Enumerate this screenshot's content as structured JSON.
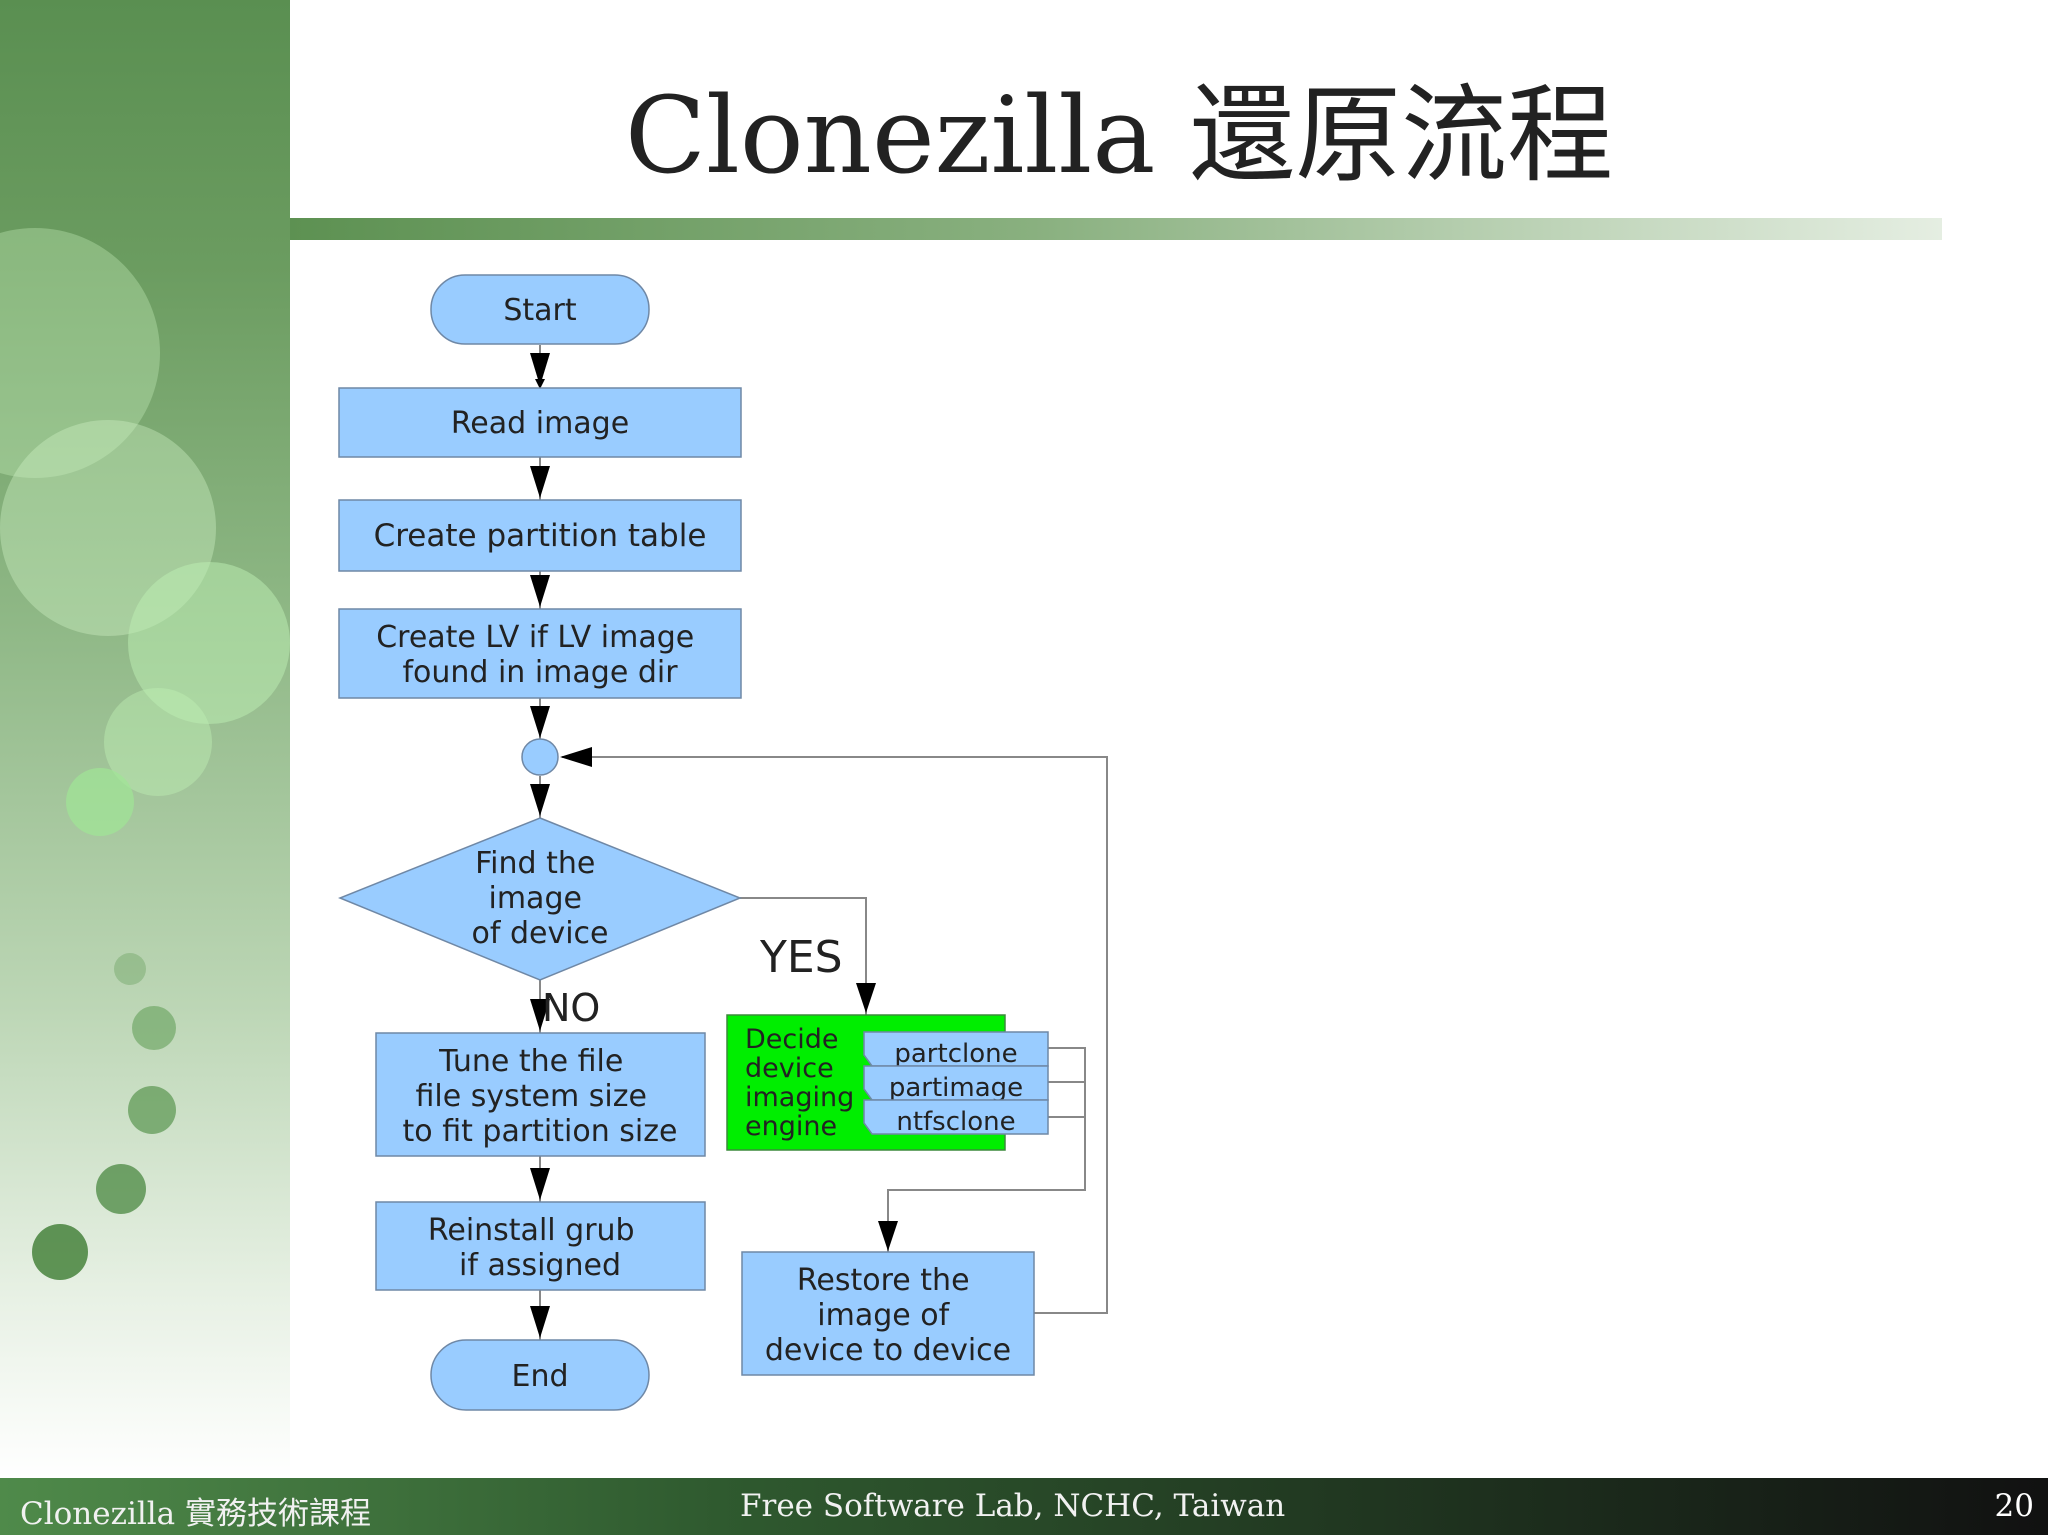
{
  "slide": {
    "title": "Clonezilla 還原流程",
    "footer_left": "Clonezilla 實務技術課程",
    "footer_center": "Free Software Lab, NCHC, Taiwan",
    "page_number": "20"
  },
  "diagram": {
    "nodes": {
      "start": "Start",
      "read_image": "Read image",
      "create_partition_table": "Create partition table",
      "create_lv": [
        "Create LV if LV image",
        "found in image dir"
      ],
      "find_image": [
        "Find the",
        "image",
        "of device"
      ],
      "tune_fs": [
        "Tune the file",
        "file system size",
        "to fit partition size"
      ],
      "reinstall_grub": [
        "Reinstall grub",
        "if assigned"
      ],
      "end": "End",
      "decide_engine": [
        "Decide",
        "device",
        "imaging",
        "engine"
      ],
      "engines": [
        "partclone",
        "partimage",
        "ntfsclone"
      ],
      "restore": [
        "Restore the",
        "image  of",
        "device to device"
      ]
    },
    "labels": {
      "yes": "YES",
      "no": "NO"
    },
    "colors": {
      "box_fill": "#99ccff",
      "box_stroke": "#6f88a6",
      "engine_fill": "#00ee00",
      "line": "#888888",
      "arrow": "#000000"
    }
  }
}
